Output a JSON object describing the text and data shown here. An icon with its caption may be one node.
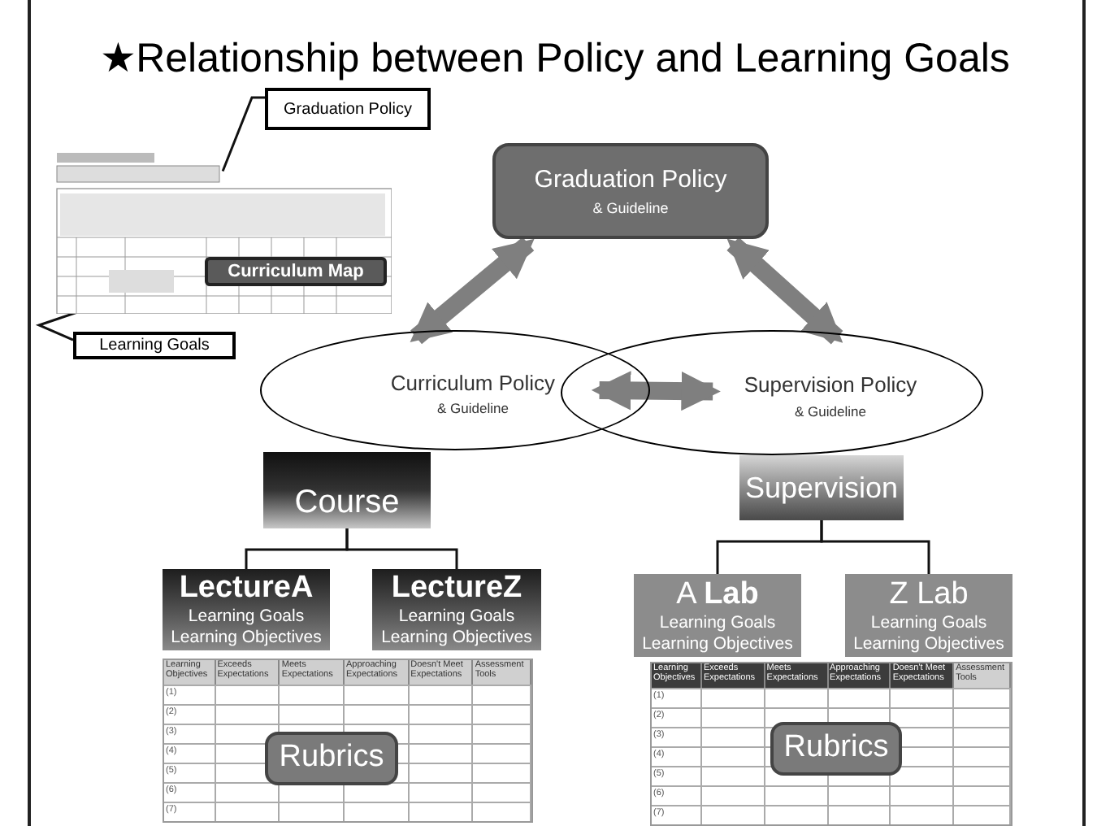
{
  "diagram": {
    "title": "★Relationship between Policy and Learning Goals",
    "nodes": [
      {
        "text": [
          "Graduation Policy"
        ]
      },
      {
        "text": [
          "Curriculum Map"
        ],
        "in": 3
      },
      {
        "text": [
          "Learning Goals"
        ]
      },
      {
        "text": [],
        "shape": "picture"
      },
      {
        "text": [
          "Graduation Policy",
          "& Guideline"
        ]
      },
      {
        "text": [
          "Curriculum Policy",
          "& Guideline"
        ]
      },
      {
        "text": [
          "Supervision Policy",
          "& Guideline"
        ]
      },
      {
        "text": [
          "Course"
        ]
      },
      {
        "text": [
          "Supervision"
        ]
      },
      {
        "text": [
          "LectureA",
          "Learning Goals",
          "Learning Objectives"
        ]
      },
      {
        "text": [
          "LectureZ",
          "Learning Goals",
          "Learning Objectives"
        ]
      },
      {
        "text": [
          "A **Lab**",
          "Learning Goals",
          "Learning Objectives"
        ]
      },
      {
        "text": [
          "Z Lab",
          "Learning Goals",
          "Learning Objectives"
        ]
      },
      {
        "text": [
          "Rubrics"
        ]
      },
      {
        "text": [
          "Rubrics"
        ]
      }
    ],
    "edges": [
      {
        "from": 0,
        "to": 3,
        "arrow": "none"
      },
      {
        "from": 2,
        "to": 3,
        "arrow": "none"
      },
      {
        "from": 4,
        "to": 5,
        "arrow": "both",
        "style": "thick",
        "color": "#7f7f7f"
      },
      {
        "from": 4,
        "to": 6,
        "arrow": "both",
        "style": "thick",
        "color": "#7f7f7f"
      },
      {
        "from": 5,
        "to": 6,
        "arrow": "both",
        "style": "thick",
        "color": "#7f7f7f"
      },
      {
        "from": 7,
        "to": 9,
        "arrow": "none"
      },
      {
        "from": 7,
        "to": 10,
        "arrow": "none"
      },
      {
        "from": 8,
        "to": 11,
        "arrow": "none"
      },
      {
        "from": 8,
        "to": 12,
        "arrow": "none"
      }
    ],
    "labels": [
      "Learning Objectives",
      "Exceeds Expectations",
      "Meets Expectations",
      "Approaching Expectations",
      "Doesn't Meet Expectations",
      "Assessment Tools",
      "(1)",
      "(2)",
      "(3)",
      "(4)",
      "(5)",
      "(6)",
      "(7)",
      "Learning Objectives",
      "Exceeds Expectations",
      "Meets Expectations",
      "Approaching Expectations",
      "Doesn't Meet Expectations",
      "Assessment Tools",
      "(1)",
      "(2)",
      "(3)",
      "(4)",
      "(5)",
      "(6)",
      "(7)"
    ]
  }
}
